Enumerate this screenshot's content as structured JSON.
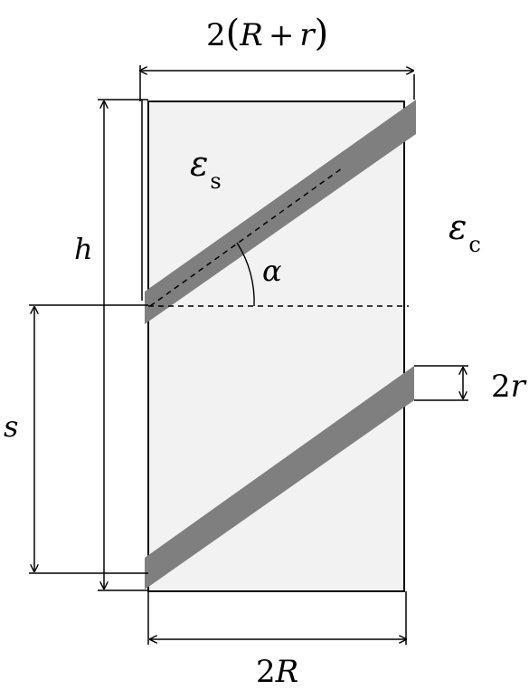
{
  "labels": {
    "top_width": {
      "coef": "2",
      "lparen": "(",
      "R": "R",
      "plus": "+",
      "r": "r",
      "rparen": ")"
    },
    "bottom_width": {
      "coef": "2",
      "R": "R"
    },
    "height": "h",
    "pitch": "s",
    "angle": "α",
    "strip_width": {
      "coef": "2",
      "r": "r"
    },
    "eps_s": {
      "symbol": "ε",
      "sub": "s"
    },
    "eps_c": {
      "symbol": "ε",
      "sub": "c"
    }
  },
  "colors": {
    "cylinder_fill": "#f2f2f2",
    "strip_fill": "#7f7f7f",
    "line": "#000000"
  }
}
